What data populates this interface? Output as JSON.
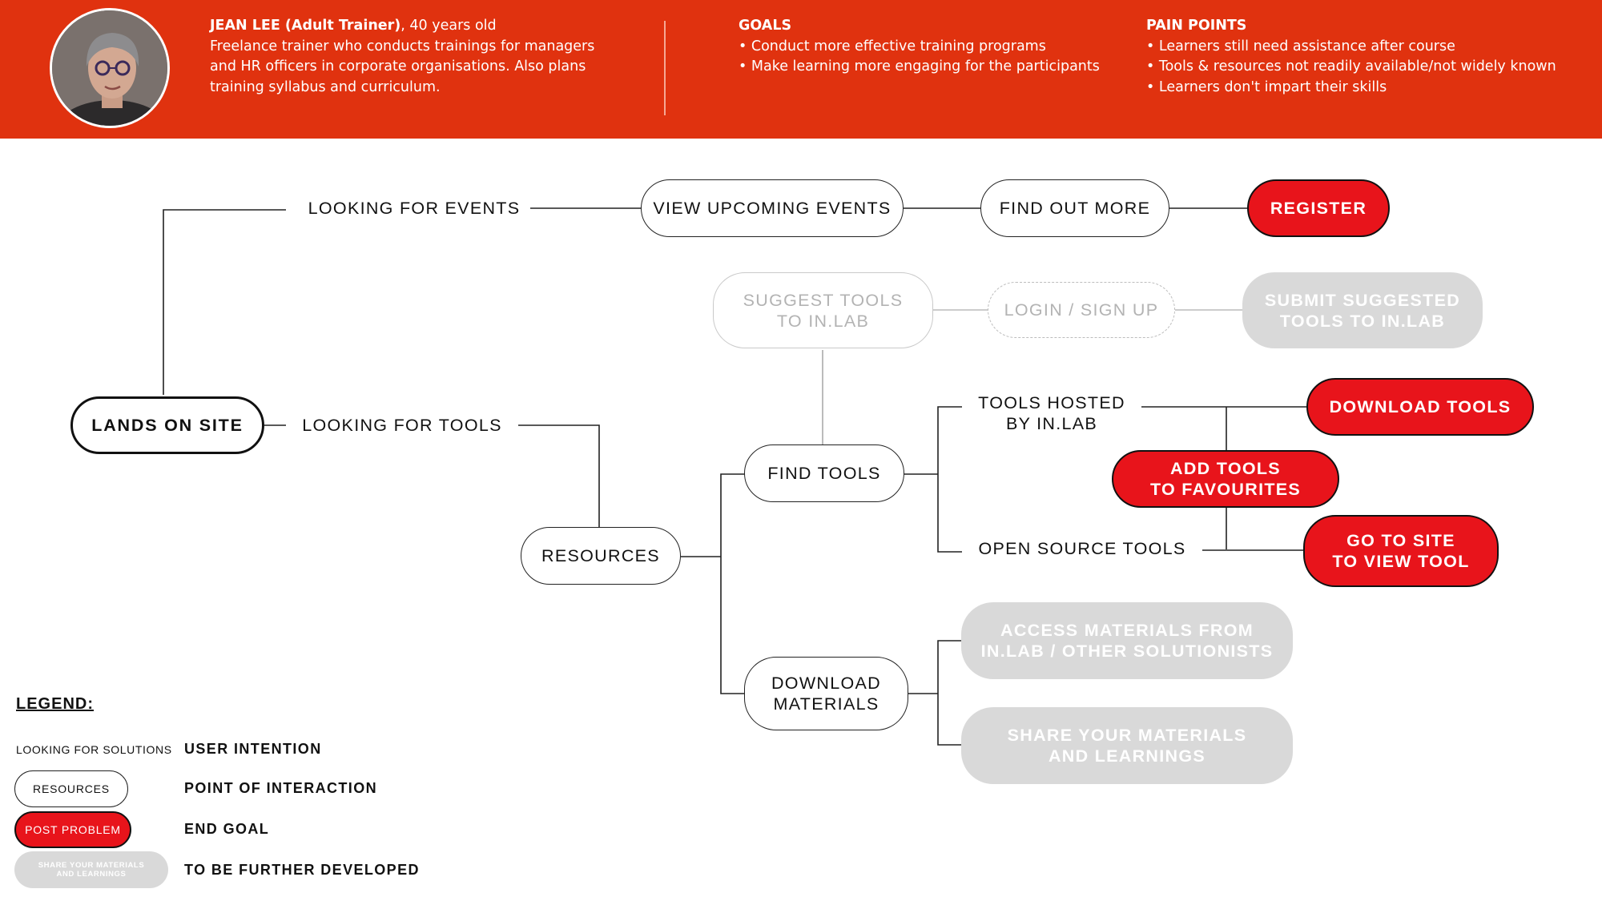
{
  "persona": {
    "name": "JEAN LEE (Adult Trainer)",
    "age": ", 40 years old",
    "bio": [
      "Freelance trainer who conducts trainings for managers",
      "and HR officers in corporate organisations. Also plans",
      "training syllabus and curriculum."
    ]
  },
  "goals": {
    "title": "GOALS",
    "items": [
      "• Conduct more effective training programs",
      "• Make learning more engaging for the participants"
    ]
  },
  "pain_points": {
    "title": "PAIN POINTS",
    "items": [
      "• Learners still need assistance after course",
      "• Tools & resources not readily available/not widely known",
      "• Learners don't impart their skills"
    ]
  },
  "colors": {
    "brand": "#e0320f",
    "end_goal": "#e8141b",
    "future": "#d9d9d9"
  },
  "flow": {
    "lands_on_site": "LANDS ON SITE",
    "looking_for_events": "LOOKING FOR EVENTS",
    "view_upcoming_events": "VIEW UPCOMING EVENTS",
    "find_out_more": "FIND OUT MORE",
    "register": "REGISTER",
    "suggest_tools": "SUGGEST TOOLS\nTO IN.LAB",
    "login_signup": "LOGIN / SIGN UP",
    "submit_suggested": "SUBMIT SUGGESTED\nTOOLS TO IN.LAB",
    "looking_for_tools": "LOOKING FOR TOOLS",
    "resources": "RESOURCES",
    "find_tools": "FIND TOOLS",
    "tools_hosted": "TOOLS HOSTED\nBY IN.LAB",
    "open_source_tools": "OPEN SOURCE TOOLS",
    "download_tools": "DOWNLOAD TOOLS",
    "add_to_favourites": "ADD TOOLS\nTO FAVOURITES",
    "go_to_site": "GO TO SITE\nTO VIEW TOOL",
    "download_materials": "DOWNLOAD\nMATERIALS",
    "access_materials": "ACCESS MATERIALS FROM\nIN.LAB / OTHER SOLUTIONISTS",
    "share_materials": "SHARE YOUR MATERIALS\nAND LEARNINGS"
  },
  "legend": {
    "title": "LEGEND:",
    "items": [
      {
        "sample": "LOOKING FOR SOLUTIONS",
        "meaning": "USER INTENTION"
      },
      {
        "sample": "RESOURCES",
        "meaning": "POINT OF INTERACTION"
      },
      {
        "sample": "POST PROBLEM",
        "meaning": "END GOAL"
      },
      {
        "sample": "SHARE YOUR MATERIALS\nAND LEARNINGS",
        "meaning": "TO BE FURTHER DEVELOPED"
      }
    ]
  }
}
